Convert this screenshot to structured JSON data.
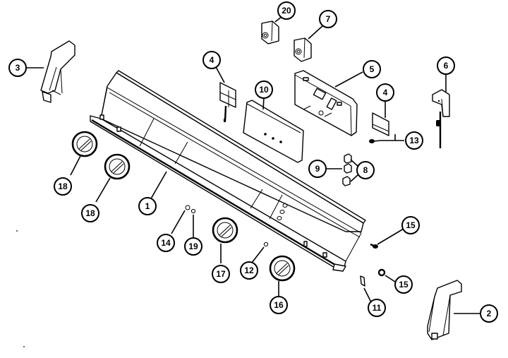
{
  "diagram": {
    "type": "exploded-parts-diagram",
    "subject": "control panel assembly",
    "callouts": [
      {
        "id": "c1",
        "label": "1"
      },
      {
        "id": "c2",
        "label": "2"
      },
      {
        "id": "c3",
        "label": "3"
      },
      {
        "id": "c4a",
        "label": "4"
      },
      {
        "id": "c4b",
        "label": "4"
      },
      {
        "id": "c5",
        "label": "5"
      },
      {
        "id": "c6",
        "label": "6"
      },
      {
        "id": "c7",
        "label": "7"
      },
      {
        "id": "c8",
        "label": "8"
      },
      {
        "id": "c9",
        "label": "9"
      },
      {
        "id": "c10",
        "label": "10"
      },
      {
        "id": "c11",
        "label": "11"
      },
      {
        "id": "c12",
        "label": "12"
      },
      {
        "id": "c13",
        "label": "13"
      },
      {
        "id": "c14",
        "label": "14"
      },
      {
        "id": "c15a",
        "label": "15"
      },
      {
        "id": "c15b",
        "label": "15"
      },
      {
        "id": "c16",
        "label": "16"
      },
      {
        "id": "c17",
        "label": "17"
      },
      {
        "id": "c18a",
        "label": "18"
      },
      {
        "id": "c18b",
        "label": "18"
      },
      {
        "id": "c19",
        "label": "19"
      },
      {
        "id": "c20",
        "label": "20"
      }
    ]
  }
}
